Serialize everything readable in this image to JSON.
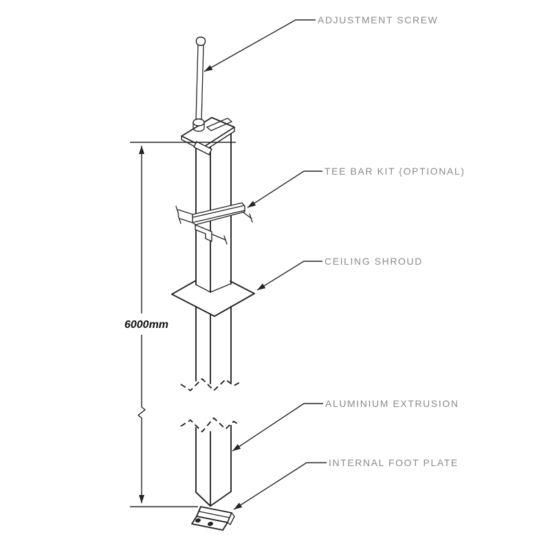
{
  "diagram": {
    "dimension": {
      "value": "6000mm"
    },
    "callouts": [
      {
        "label": "ADJUSTMENT SCREW"
      },
      {
        "label": "TEE BAR KIT (OPTIONAL)"
      },
      {
        "label": "CEILING SHROUD"
      },
      {
        "label": "ALUMINIUM EXTRUSION"
      },
      {
        "label": "INTERNAL FOOT PLATE"
      }
    ],
    "colors": {
      "background": "#ffffff",
      "line": "#222222",
      "label_text": "#8a8a8a",
      "dimension_text": "#111111"
    }
  }
}
